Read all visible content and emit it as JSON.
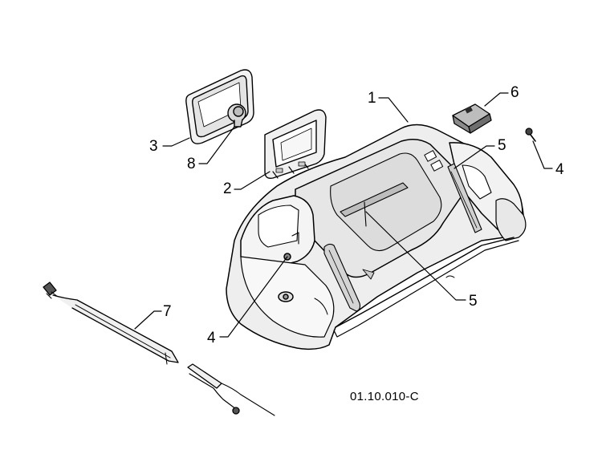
{
  "figure": {
    "drawing_code": "01.10.010-C",
    "callouts": {
      "c1": "1",
      "c2": "2",
      "c3": "3",
      "c4a": "4",
      "c4b": "4",
      "c5a": "5",
      "c5b": "5",
      "c6": "6",
      "c7": "7",
      "c8": "8"
    }
  }
}
